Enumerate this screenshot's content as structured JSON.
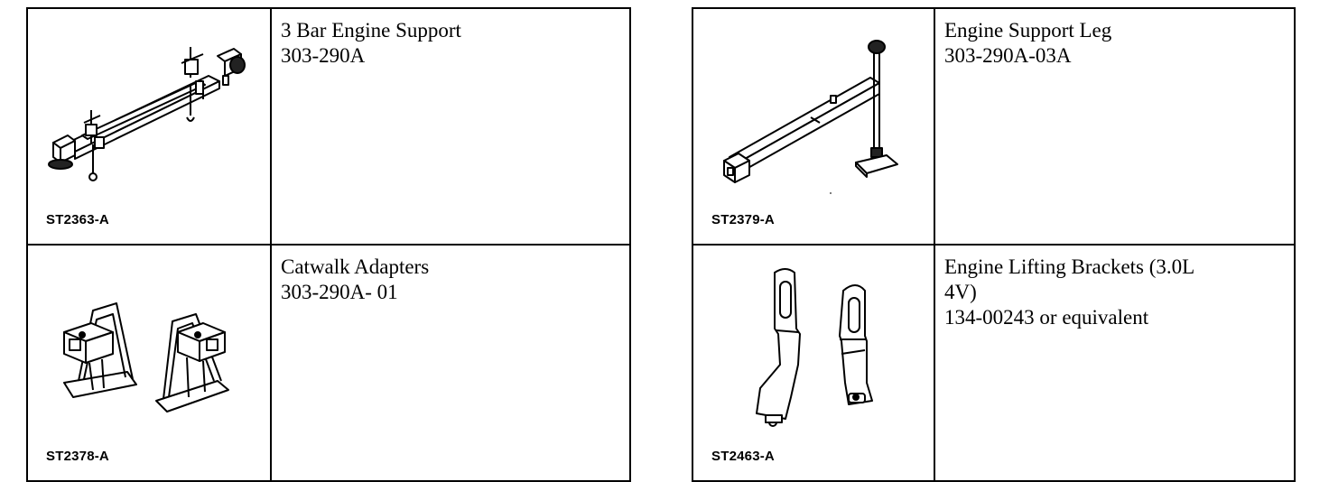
{
  "left_table": {
    "rows": [
      {
        "image_code": "ST2363-A",
        "image_icon": "three-bar-engine-support-icon",
        "name": "3 Bar Engine Support",
        "part_number": "303-290A"
      },
      {
        "image_code": "ST2378-A",
        "image_icon": "catwalk-adapters-icon",
        "name": "Catwalk Adapters",
        "part_number": "303-290A- 01"
      }
    ]
  },
  "right_table": {
    "rows": [
      {
        "image_code": "ST2379-A",
        "image_icon": "engine-support-leg-icon",
        "name": "Engine Support Leg",
        "part_number": "303-290A-03A"
      },
      {
        "image_code": "ST2463-A",
        "image_icon": "engine-lifting-brackets-icon",
        "name_line1": "Engine Lifting Brackets (3.0L",
        "name_line2": "4V)",
        "part_number": "134-00243 or equivalent"
      }
    ]
  }
}
